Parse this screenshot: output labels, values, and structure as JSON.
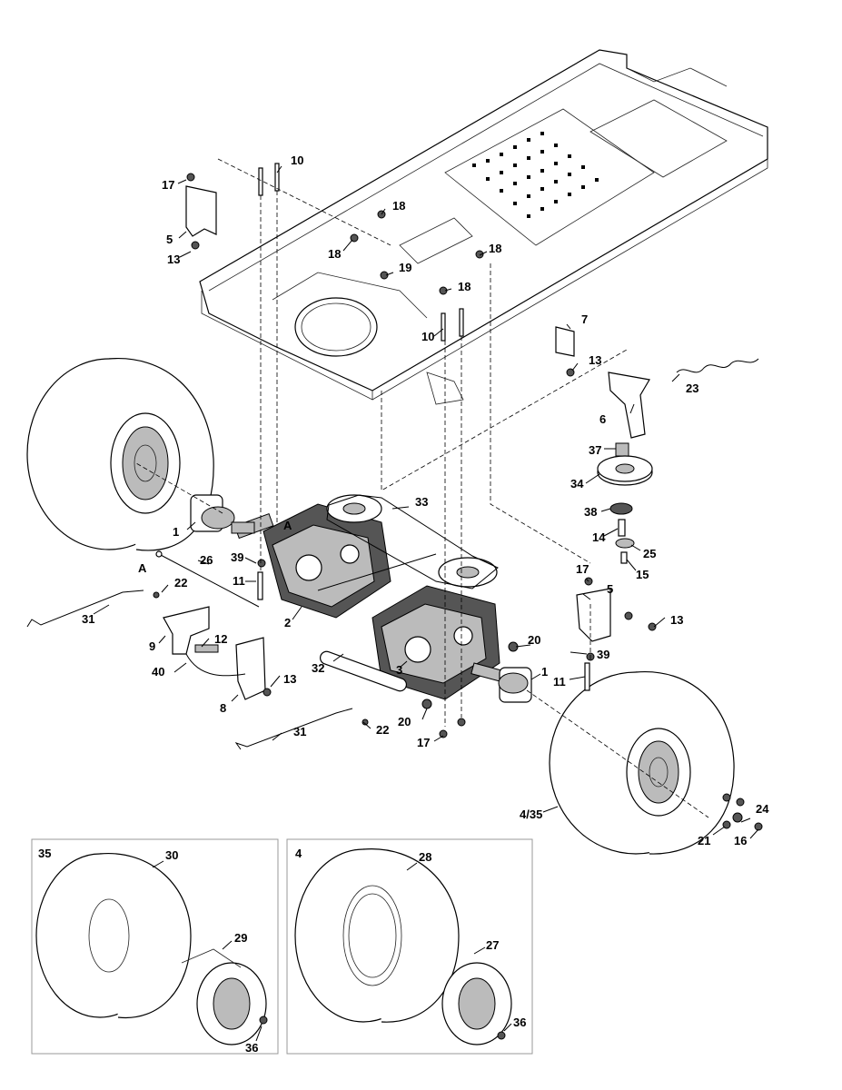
{
  "diagram": {
    "labels": [
      "1",
      "1",
      "2",
      "3",
      "4/35",
      "5",
      "5",
      "6",
      "7",
      "8",
      "9",
      "10",
      "10",
      "11",
      "11",
      "12",
      "13",
      "13",
      "13",
      "13",
      "14",
      "15",
      "16",
      "17",
      "17",
      "17",
      "18",
      "18",
      "18",
      "18",
      "19",
      "20",
      "20",
      "21",
      "22",
      "22",
      "23",
      "24",
      "25",
      "26",
      "31",
      "31",
      "32",
      "33",
      "34",
      "37",
      "38",
      "39",
      "39",
      "40",
      "A",
      "A"
    ],
    "inset_35": {
      "title": "35",
      "labels": [
        "30",
        "29",
        "36"
      ]
    },
    "inset_4": {
      "title": "4",
      "labels": [
        "28",
        "27",
        "36"
      ]
    }
  }
}
